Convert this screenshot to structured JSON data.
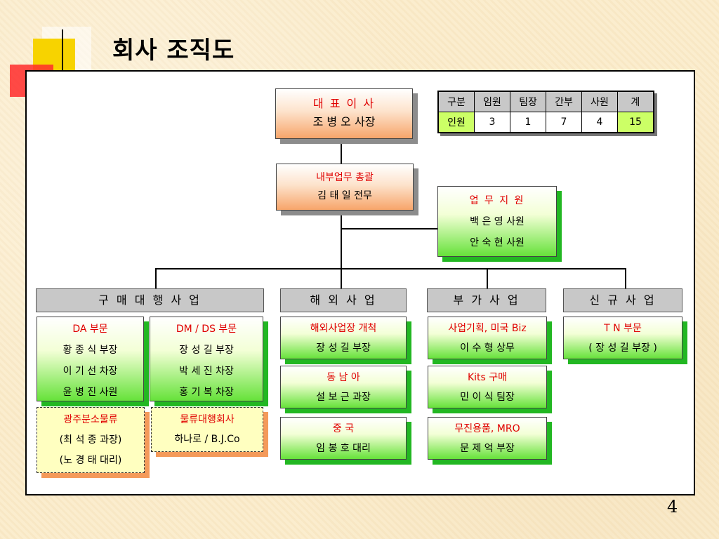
{
  "title": "회사 조직도",
  "page_number": "4",
  "summary_table": {
    "headers": [
      "구분",
      "임원",
      "팀장",
      "간부",
      "사원",
      "계"
    ],
    "row": [
      "인원",
      "3",
      "1",
      "7",
      "4",
      "15"
    ]
  },
  "ceo": {
    "title": "대 표 이 사",
    "name": "조 병 오  사장"
  },
  "internal": {
    "title": "내부업무  총괄",
    "name": "김 태 일  전무"
  },
  "support": {
    "title": "업 무 지 원",
    "members": [
      "백 은 영  사원",
      "안 숙 현  사원"
    ]
  },
  "divisions": [
    "구 매 대 행  사 업",
    "해 외  사 업",
    "부 가  사 업",
    "신 규  사 업"
  ],
  "purchasing": {
    "da": {
      "title": "DA 부문",
      "members": [
        "황 종 식  부장",
        "이 기 선  차장",
        "윤 병 진  사원"
      ]
    },
    "dmds": {
      "title": "DM / DS 부문",
      "members": [
        "장 성 길  부장",
        "박 세 진  차장",
        "홍 기 복  차장"
      ]
    },
    "gwangju": {
      "title": "광주분소물류",
      "members": [
        "(최 석 종  과장)",
        "(노 경 태  대리)"
      ]
    },
    "logistics": {
      "title": "물류대행회사",
      "members": [
        "하나로 / B.J.Co"
      ]
    }
  },
  "overseas": [
    {
      "title": "해외사업장 개척",
      "name": "장 성 길  부장"
    },
    {
      "title": "동 남 아",
      "name": "설 보 근  과장"
    },
    {
      "title": "중  국",
      "name": "임 봉 호  대리"
    }
  ],
  "value_added": [
    {
      "title": "사업기획, 미국 Biz",
      "name": "이 수 형  상무"
    },
    {
      "title": "Kits 구매",
      "name": "민 이 식  팀장"
    },
    {
      "title": "무진용품, MRO",
      "name": "문 제 억  부장"
    }
  ],
  "new_biz": {
    "title": "T N 부문",
    "name": "( 장 성 길 부장 )"
  }
}
